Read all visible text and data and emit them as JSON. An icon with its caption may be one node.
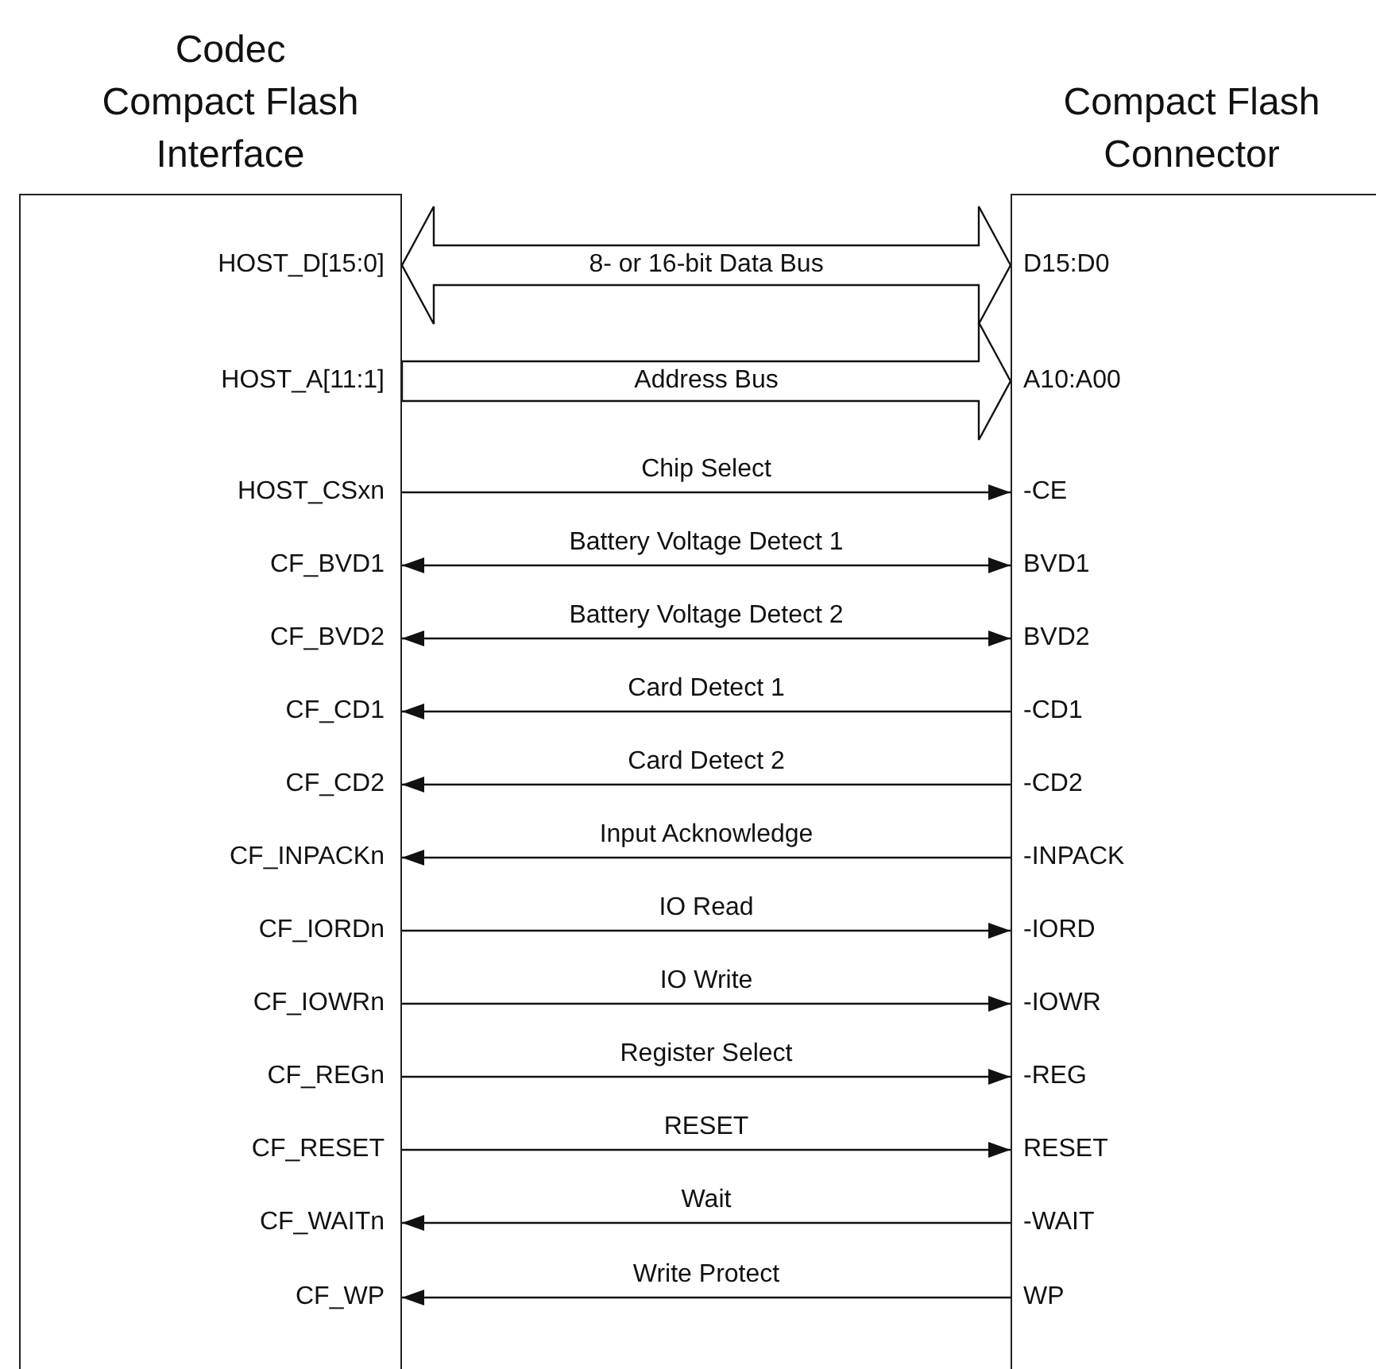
{
  "diagram": {
    "nodes": [
      {
        "text": [
          "Codec Compact Flash Interface"
        ]
      },
      {
        "text": [
          "HOST_D[15:0]"
        ],
        "in": 0
      },
      {
        "text": [
          "HOST_A[11:1]"
        ],
        "in": 0
      },
      {
        "text": [
          "HOST_CSxn"
        ],
        "in": 0
      },
      {
        "text": [
          "CF_BVD1"
        ],
        "in": 0
      },
      {
        "text": [
          "CF_BVD2"
        ],
        "in": 0
      },
      {
        "text": [
          "CF_CD1"
        ],
        "in": 0
      },
      {
        "text": [
          "CF_CD2"
        ],
        "in": 0
      },
      {
        "text": [
          "CF_INPACKn"
        ],
        "in": 0
      },
      {
        "text": [
          "CF_IORDn"
        ],
        "in": 0
      },
      {
        "text": [
          "CF_IOWRn"
        ],
        "in": 0
      },
      {
        "text": [
          "CF_REGn"
        ],
        "in": 0
      },
      {
        "text": [
          "CF_RESET"
        ],
        "in": 0
      },
      {
        "text": [
          "CF_WAITn"
        ],
        "in": 0
      },
      {
        "text": [
          "CF_WP"
        ],
        "in": 0
      },
      {
        "text": [
          "Compact Flash Connector"
        ]
      },
      {
        "text": [
          "D15:D0"
        ],
        "in": 15
      },
      {
        "text": [
          "A10:A00"
        ],
        "in": 15
      },
      {
        "text": [
          "-CE"
        ],
        "in": 15
      },
      {
        "text": [
          "BVD1"
        ],
        "in": 15
      },
      {
        "text": [
          "BVD2"
        ],
        "in": 15
      },
      {
        "text": [
          "-CD1"
        ],
        "in": 15
      },
      {
        "text": [
          "-CD2"
        ],
        "in": 15
      },
      {
        "text": [
          "-INPACK"
        ],
        "in": 15
      },
      {
        "text": [
          "-IORD"
        ],
        "in": 15
      },
      {
        "text": [
          "-IOWR"
        ],
        "in": 15
      },
      {
        "text": [
          "-REG"
        ],
        "in": 15
      },
      {
        "text": [
          "RESET"
        ],
        "in": 15
      },
      {
        "text": [
          "-WAIT"
        ],
        "in": 15
      },
      {
        "text": [
          "WP"
        ],
        "in": 15
      }
    ],
    "edges": [
      {
        "from": 1,
        "to": 16,
        "arrow": "both",
        "label": "8- or 16-bit Data Bus",
        "style": "thick"
      },
      {
        "from": 2,
        "to": 17,
        "arrow": "to",
        "label": "Address Bus",
        "style": "thick"
      },
      {
        "from": 3,
        "to": 18,
        "arrow": "to",
        "label": "Chip Select"
      },
      {
        "from": 4,
        "to": 19,
        "arrow": "both",
        "label": "Battery Voltage Detect 1"
      },
      {
        "from": 5,
        "to": 20,
        "arrow": "both",
        "label": "Battery Voltage Detect 2"
      },
      {
        "from": 21,
        "to": 6,
        "arrow": "to",
        "label": "Card Detect 1"
      },
      {
        "from": 22,
        "to": 7,
        "arrow": "to",
        "label": "Card Detect 2"
      },
      {
        "from": 23,
        "to": 8,
        "arrow": "to",
        "label": "Input Acknowledge"
      },
      {
        "from": 9,
        "to": 24,
        "arrow": "to",
        "label": "IO Read"
      },
      {
        "from": 10,
        "to": 25,
        "arrow": "to",
        "label": "IO Write"
      },
      {
        "from": 11,
        "to": 26,
        "arrow": "to",
        "label": "Register Select"
      },
      {
        "from": 12,
        "to": 27,
        "arrow": "to",
        "label": "RESET"
      },
      {
        "from": 28,
        "to": 13,
        "arrow": "to",
        "label": "Wait"
      },
      {
        "from": 29,
        "to": 14,
        "arrow": "to",
        "label": "Write Protect"
      }
    ]
  }
}
